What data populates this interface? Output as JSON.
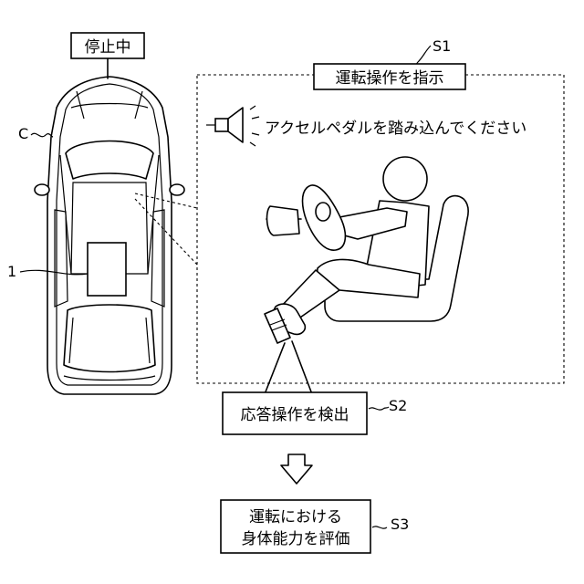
{
  "status_label": "停止中",
  "vehicle_label": "C",
  "display_label": "1",
  "step1": {
    "id": "S1",
    "label": "運転操作を指示"
  },
  "speaker_message": "アクセルペダルを踏み込んでください",
  "step2": {
    "id": "S2",
    "label": "応答操作を検出"
  },
  "step3": {
    "id": "S3",
    "line1": "運転における",
    "line2": "身体能力を評価"
  },
  "icons": [
    "speaker-icon",
    "down-arrow-icon"
  ]
}
